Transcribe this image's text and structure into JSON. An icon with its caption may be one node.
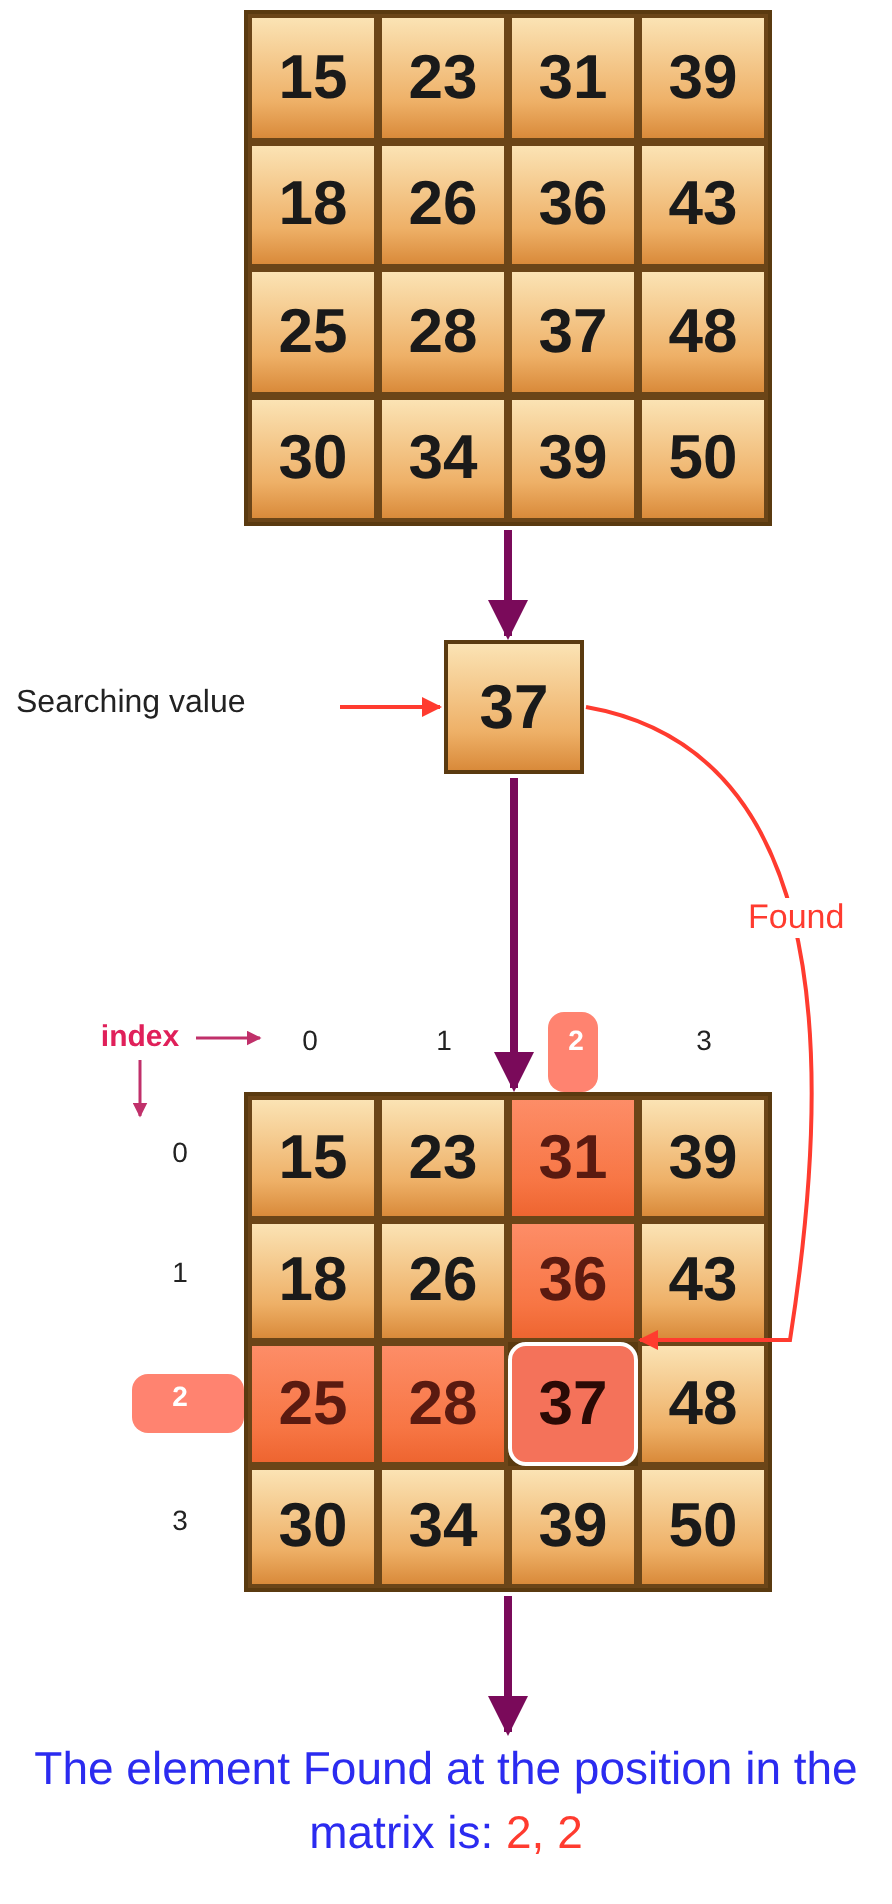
{
  "diagram": {
    "nodes": [
      {
        "text": [],
        "shape": "box"
      },
      {
        "text": [
          "15"
        ],
        "in": 0
      },
      {
        "text": [
          "23"
        ],
        "in": 0
      },
      {
        "text": [
          "31"
        ],
        "in": 0
      },
      {
        "text": [
          "39"
        ],
        "in": 0
      },
      {
        "text": [
          "18"
        ],
        "in": 0
      },
      {
        "text": [
          "26"
        ],
        "in": 0
      },
      {
        "text": [
          "36"
        ],
        "in": 0
      },
      {
        "text": [
          "43"
        ],
        "in": 0
      },
      {
        "text": [
          "25"
        ],
        "in": 0
      },
      {
        "text": [
          "28"
        ],
        "in": 0
      },
      {
        "text": [
          "37"
        ],
        "in": 0
      },
      {
        "text": [
          "48"
        ],
        "in": 0
      },
      {
        "text": [
          "30"
        ],
        "in": 0
      },
      {
        "text": [
          "34"
        ],
        "in": 0
      },
      {
        "text": [
          "39"
        ],
        "in": 0
      },
      {
        "text": [
          "50"
        ],
        "in": 0
      },
      {
        "text": [
          "Searching value"
        ]
      },
      {
        "text": [
          "37"
        ]
      },
      {
        "text": [],
        "shape": "box"
      },
      {
        "text": [
          "15"
        ],
        "in": 19
      },
      {
        "text": [
          "23"
        ],
        "in": 19
      },
      {
        "text": [
          "31"
        ],
        "in": 19
      },
      {
        "text": [
          "39"
        ],
        "in": 19
      },
      {
        "text": [
          "18"
        ],
        "in": 19
      },
      {
        "text": [
          "26"
        ],
        "in": 19
      },
      {
        "text": [
          "36"
        ],
        "in": 19
      },
      {
        "text": [
          "43"
        ],
        "in": 19
      },
      {
        "text": [
          "25"
        ],
        "in": 19
      },
      {
        "text": [
          "28"
        ],
        "in": 19
      },
      {
        "text": [
          "37"
        ],
        "in": 19
      },
      {
        "text": [
          "48"
        ],
        "in": 19
      },
      {
        "text": [
          "30"
        ],
        "in": 19
      },
      {
        "text": [
          "34"
        ],
        "in": 19
      },
      {
        "text": [
          "39"
        ],
        "in": 19
      },
      {
        "text": [
          "50"
        ],
        "in": 19
      },
      {
        "text": [
          "The element Found at the position in the matrix is:",
          "2, 2"
        ]
      }
    ],
    "edges": [
      {
        "from": 0,
        "to": 18,
        "arrow": "to"
      },
      {
        "from": 17,
        "to": 18,
        "arrow": "to",
        "color": "#ff3b2f"
      },
      {
        "from": 18,
        "to": 19,
        "arrow": "to"
      },
      {
        "from": 18,
        "to": 30,
        "arrow": "to",
        "label": "Found",
        "color": "#ff3b2f"
      },
      {
        "from": 19,
        "to": 36,
        "arrow": "to"
      }
    ],
    "labels": [
      "index",
      "0",
      "1",
      "2",
      "3",
      "0",
      "1",
      "2",
      "3"
    ]
  }
}
